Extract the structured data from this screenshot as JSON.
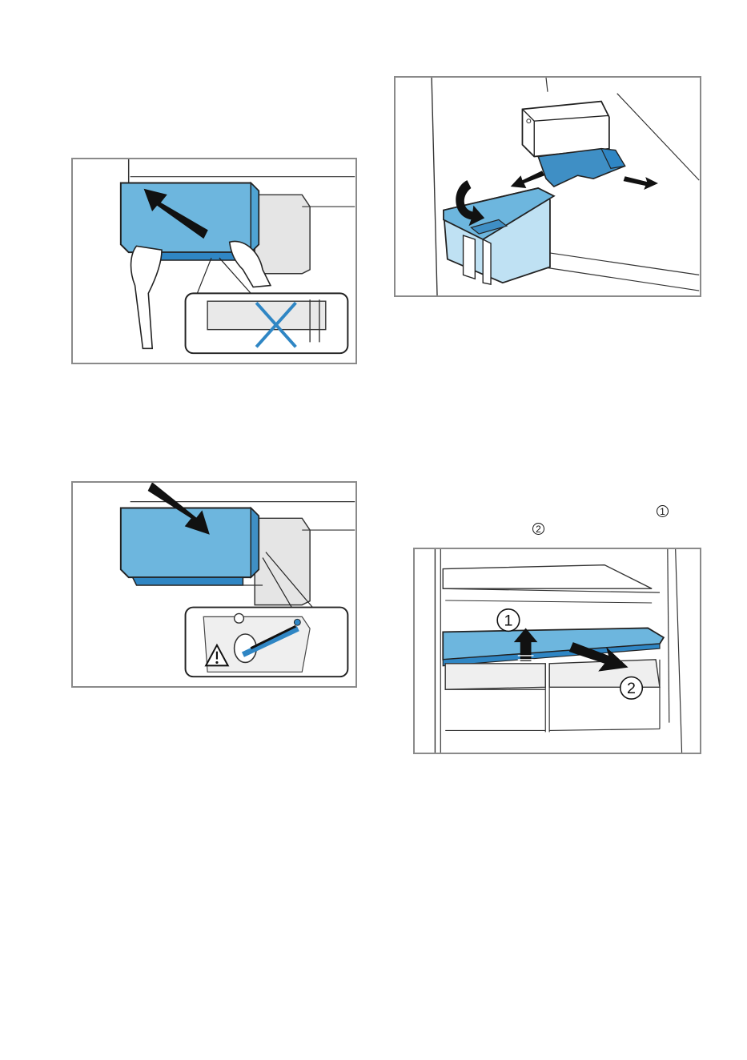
{
  "colors": {
    "frame": "#8a8a8a",
    "line": "#222222",
    "blue": "#6db6de",
    "blue_dark": "#2f86c4",
    "blue_light": "#bfe1f3",
    "grey_fill": "#d9d9d9",
    "arrow": "#111111"
  },
  "figures": [
    {
      "id": "fig-remove-container",
      "icons": [
        "arrow-icon",
        "hand-icon",
        "cross-icon"
      ]
    },
    {
      "id": "fig-insert-container",
      "icons": [
        "arrow-icon",
        "warning-icon"
      ]
    },
    {
      "id": "fig-separate-parts",
      "icons": [
        "rotate-icon",
        "arrow-icon"
      ]
    },
    {
      "id": "fig-remove-shelf",
      "icons": [
        "arrow-icon"
      ],
      "labels": [
        "1",
        "2"
      ]
    }
  ],
  "callouts": {
    "step1": "1",
    "step2": "2"
  }
}
